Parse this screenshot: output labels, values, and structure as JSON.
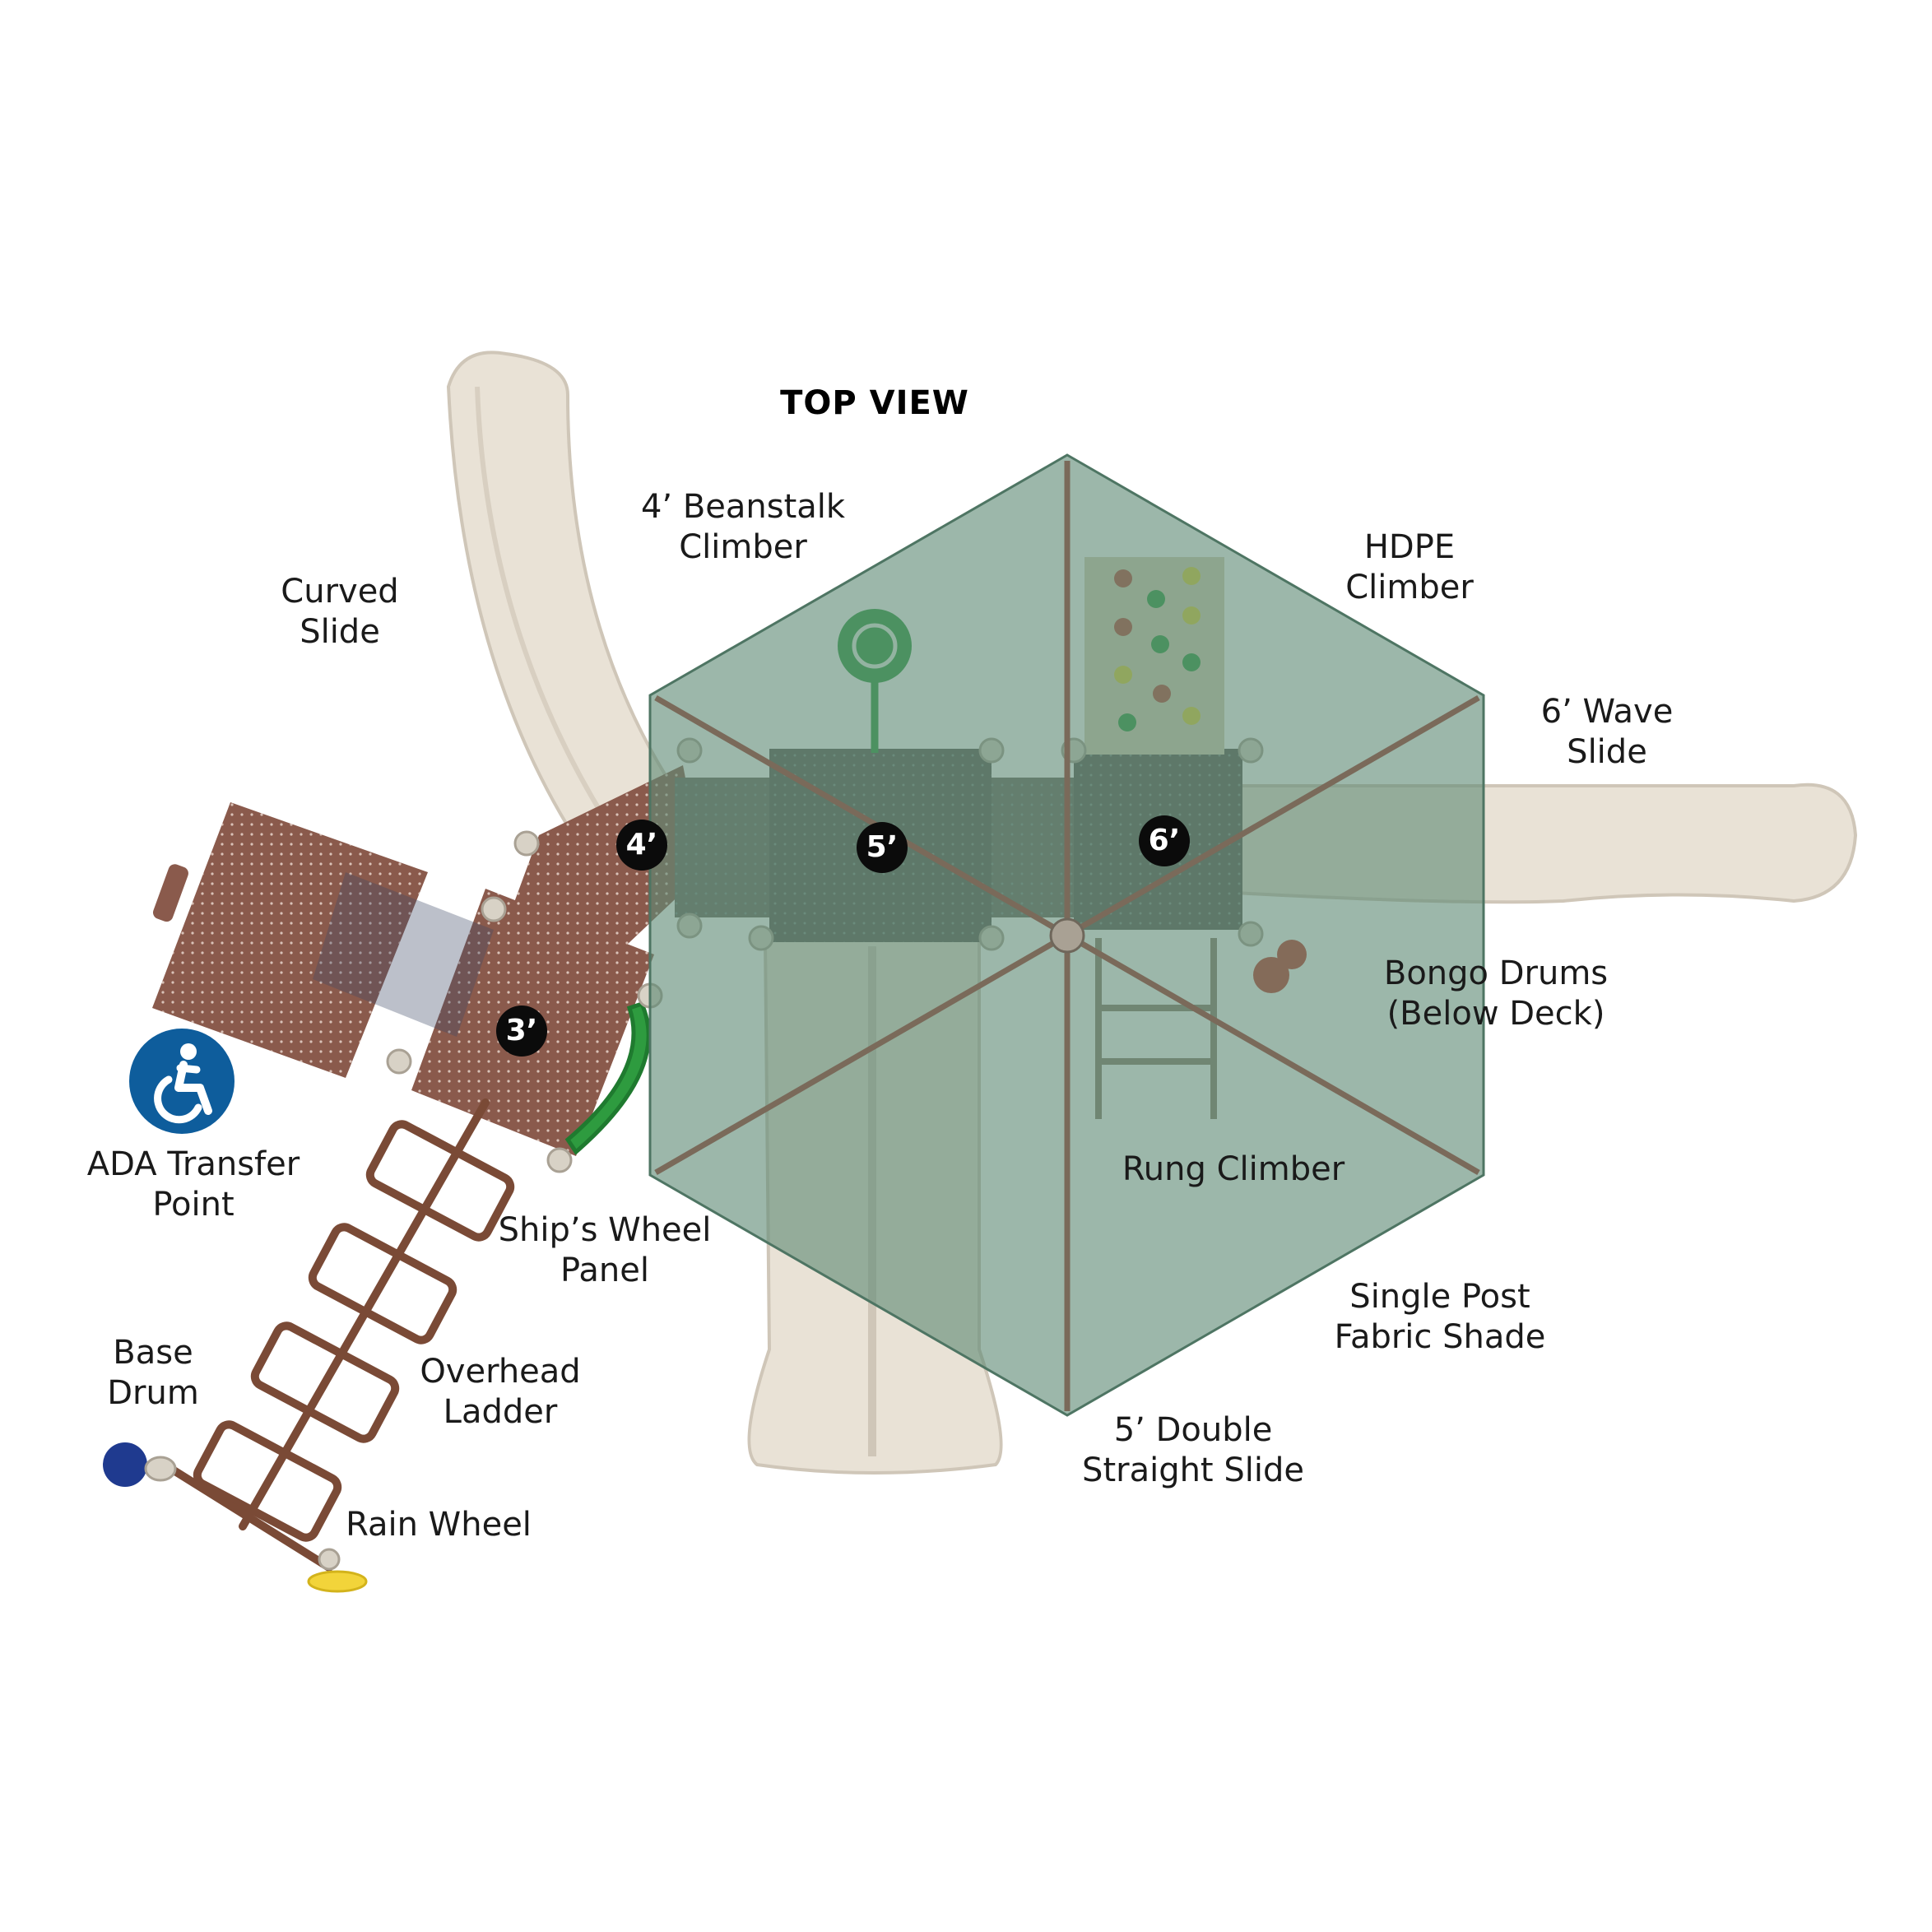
{
  "title": "TOP VIEW",
  "heights": {
    "deck_3": "3’",
    "deck_4": "4’",
    "deck_5": "5’",
    "deck_6": "6’"
  },
  "labels": {
    "beanstalk": [
      "4’ Beanstalk",
      "Climber"
    ],
    "hdpe": [
      "HDPE",
      "Climber"
    ],
    "curved_slide": [
      "Curved",
      "Slide"
    ],
    "wave_slide": [
      "6’ Wave",
      "Slide"
    ],
    "bongo": [
      "Bongo Drums",
      "(Below Deck)"
    ],
    "ada": [
      "ADA Transfer",
      "Point"
    ],
    "rung": [
      "Rung Climber"
    ],
    "ships_wheel": [
      "Ship’s Wheel",
      "Panel"
    ],
    "shade": [
      "Single Post",
      "Fabric Shade"
    ],
    "base_drum": [
      "Base",
      "Drum"
    ],
    "overhead": [
      "Overhead",
      "Ladder"
    ],
    "double_slide": [
      "5’ Double",
      "Straight Slide"
    ],
    "rain_wheel": [
      "Rain Wheel"
    ]
  },
  "icons": [
    "accessibility-icon"
  ],
  "colors": {
    "shade": "#5f8a76",
    "deck_brown": "#8a5a4c",
    "slide_tan": "#e9e2d6",
    "ada_blue": "#0e5d9c",
    "climber_green": "#2e9b3f",
    "drum_blue": "#1f3a8f",
    "bongo_red": "#c0392b",
    "rain_yellow": "#f2d43a"
  }
}
